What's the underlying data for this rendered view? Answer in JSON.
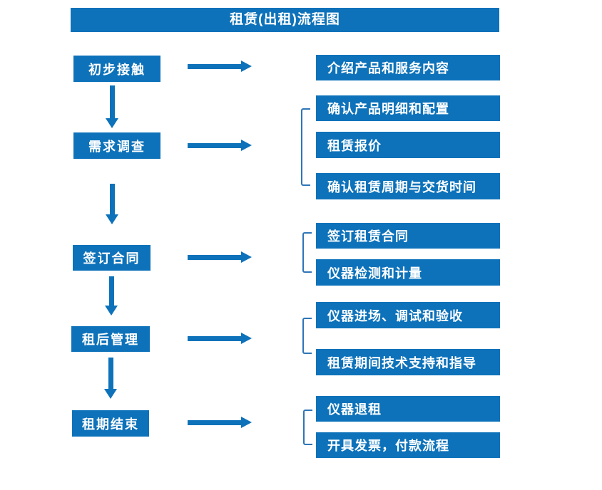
{
  "title": "租赁(出租)流程图",
  "colors": {
    "primary_blue": "#0d72ba",
    "bracket_blue": "#2e75b6",
    "text": "#ffffff",
    "background": "#ffffff"
  },
  "stages": [
    {
      "label": "初步接触",
      "outputs": [
        "介绍产品和服务内容"
      ]
    },
    {
      "label": "需求调查",
      "outputs": [
        "确认产品明细和配置",
        "租赁报价",
        "确认租赁周期与交货时间"
      ]
    },
    {
      "label": "签订合同",
      "outputs": [
        "签订租赁合同",
        "仪器检测和计量"
      ]
    },
    {
      "label": "租后管理",
      "outputs": [
        "仪器进场、调试和验收",
        "租赁期间技术支持和指导"
      ]
    },
    {
      "label": "租期结束",
      "outputs": [
        "仪器退租",
        "开具发票，付款流程"
      ]
    }
  ]
}
